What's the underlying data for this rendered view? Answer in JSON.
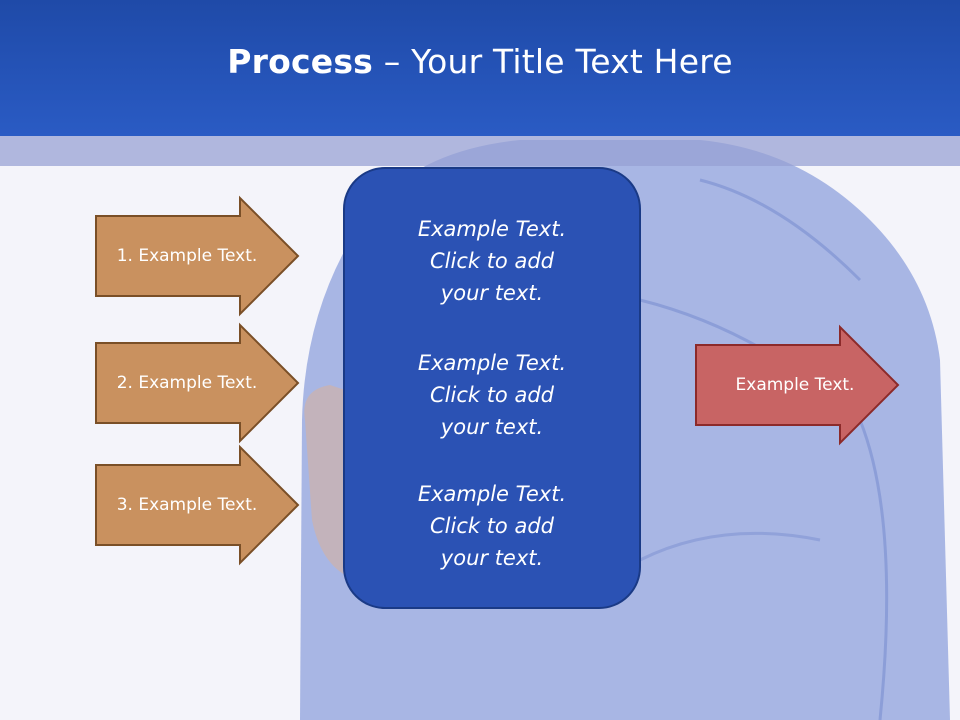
{
  "header": {
    "title_bold": "Process",
    "title_rest": " – Your Title Text Here"
  },
  "steps": [
    {
      "label": "1. Example Text."
    },
    {
      "label": "2. Example Text."
    },
    {
      "label": "3. Example Text."
    }
  ],
  "center_box": {
    "items": [
      {
        "line1": "Example Text.",
        "line2": "Click  to add",
        "line3": "your text."
      },
      {
        "line1": "Example Text.",
        "line2": "Click  to add",
        "line3": "your text."
      },
      {
        "line1": "Example Text.",
        "line2": "Click  to add",
        "line3": "your text."
      }
    ]
  },
  "output": {
    "label": "Example Text."
  },
  "colors": {
    "header": "#2a5bc4",
    "step_arrow_fill": "#c9915f",
    "step_arrow_border": "#7a4f27",
    "center_box_fill": "#2b52b4",
    "output_arrow_fill": "#c86464",
    "output_arrow_border": "#8c2a2a"
  }
}
